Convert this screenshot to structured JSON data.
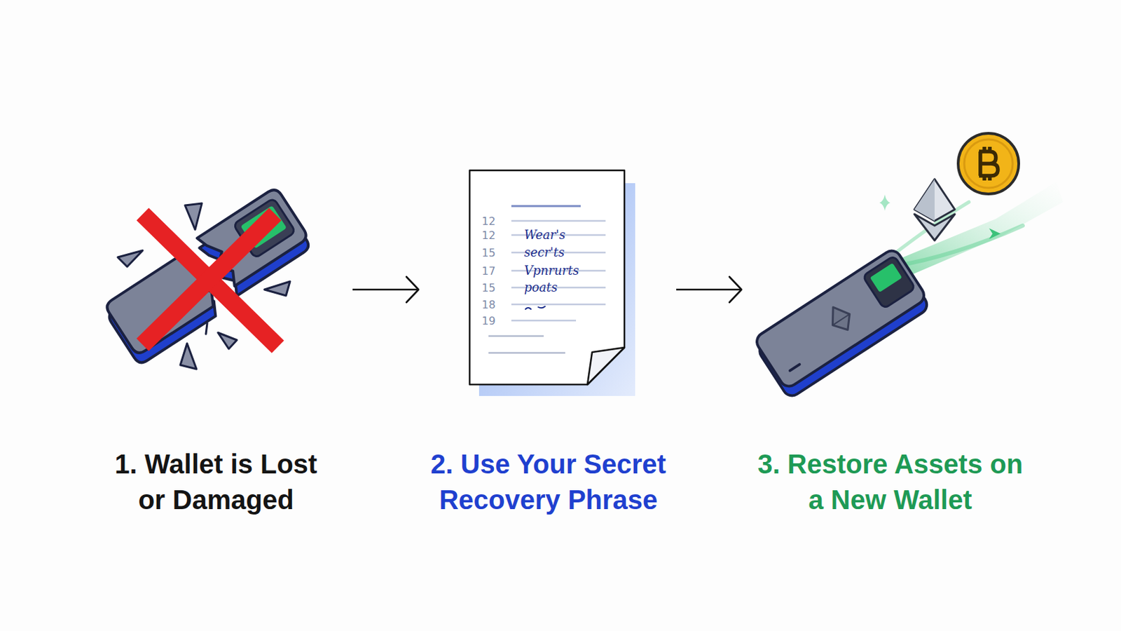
{
  "diagram": {
    "nodes": [
      {
        "text": [
          "1. Wallet is Lost or Damaged"
        ]
      },
      {
        "text": [
          "2. Use Your Secret Recovery Phrase"
        ]
      },
      {
        "text": [
          "3. Restore Assets on a New Wallet"
        ]
      }
    ],
    "edges": [
      {
        "from": 0,
        "to": 1,
        "arrow": "to"
      },
      {
        "from": 1,
        "to": 2,
        "arrow": "to"
      }
    ],
    "labels": [
      "12",
      "12",
      "Wear's",
      "15",
      "secr'ts",
      "17",
      "Vpnrurts",
      "15",
      "poats",
      "18",
      "19"
    ]
  }
}
